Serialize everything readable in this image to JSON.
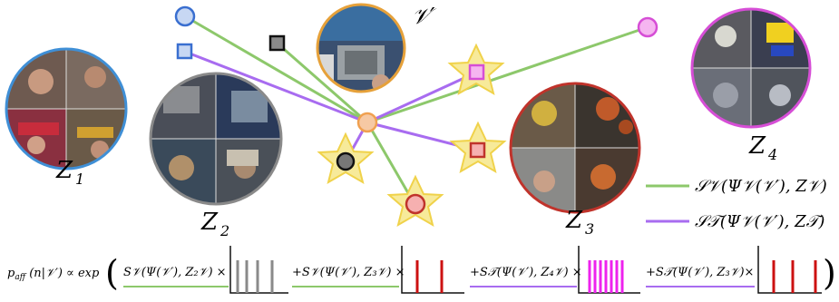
{
  "labels": {
    "v_prime": "𝒱′",
    "z1": "Z",
    "z1_sub": "1",
    "z2": "Z",
    "z2_sub": "2",
    "z3": "Z",
    "z3_sub": "3",
    "z4": "Z",
    "z4_sub": "4"
  },
  "legend": {
    "green": "𝒮𝒱(Ψ𝒱(𝒱′), Z𝒱)",
    "purple": "𝒮𝒯(Ψ𝒱(𝒱′), Z𝒯)"
  },
  "equation": {
    "lhs": "p",
    "lhs_sub": "aff",
    "lhs_args": " (n|𝒱′) ∝ exp",
    "term1": "S𝒱(Ψ(𝒱′), Z₂𝒱) ×",
    "term2": "+S𝒱(Ψ(𝒱′), Z₃𝒱) ×",
    "term3": "+S𝒯(Ψ(𝒱′), Z₄𝒱) ×",
    "term4": "+S𝒯(Ψ(𝒱′), Z₃𝒱)×"
  },
  "colors": {
    "green": "#8dc86b",
    "purple": "#a86cf0",
    "z1_ring": "#3f8fd6",
    "z2_ring": "#8a8a8a",
    "z3_ring": "#c0332b",
    "z4_ring": "#d64ed6",
    "v_ring": "#e6a13a",
    "star_fill": "#f7ea9a",
    "star_stroke": "#f0d24a",
    "blue_node": "#3a6fd0",
    "blue_fill": "#c7d7f3",
    "center_node": "#f6c9a4",
    "center_stroke": "#f0a050",
    "gray_bar": "#8a8a8a",
    "red_bar": "#cc1111",
    "magenta_bar": "#ee22ee"
  }
}
